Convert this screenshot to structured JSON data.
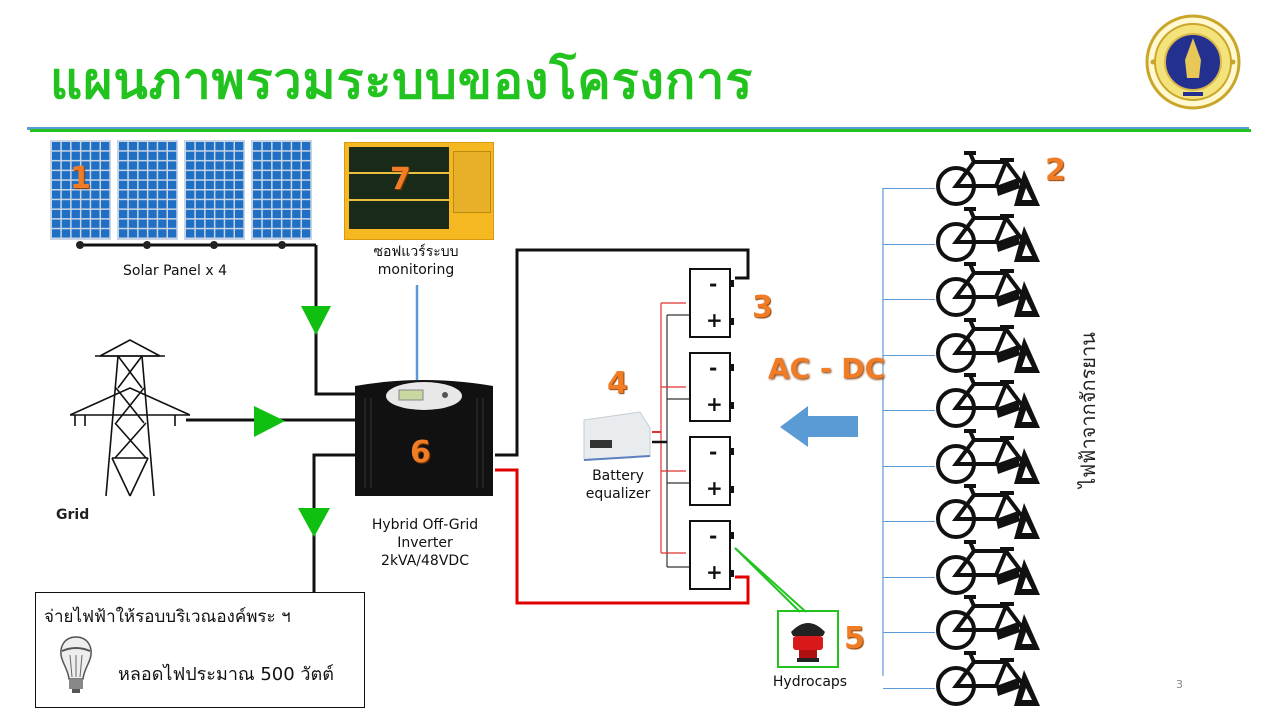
{
  "slide": {
    "title": "แผนภาพรวมระบบของโครงการ",
    "page_number": "3",
    "logo_name": "university-seal-logo"
  },
  "colors": {
    "title_green": "#22c31f",
    "rule_blue": "#5b9bd5",
    "arrow_green": "#10c010",
    "number_orange": "#f07d25",
    "positive_wire_red": "#e00000",
    "monitor_wire_blue": "#5b9bd5"
  },
  "components": {
    "solar": {
      "number": "1",
      "label": "Solar Panel x 4",
      "count": 4
    },
    "bicycles": {
      "number": "2",
      "count": 10,
      "vertical_label": "ไฟฟ้าจากจักรยาน"
    },
    "batteries": {
      "number": "3",
      "count": 4,
      "minus": "-",
      "plus": "+"
    },
    "equalizer": {
      "number": "4",
      "label_line1": "Battery",
      "label_line2": "equalizer"
    },
    "hydrocaps": {
      "number": "5",
      "label": "Hydrocaps"
    },
    "inverter": {
      "number": "6",
      "label_line1": "Hybrid Off-Grid",
      "label_line2": "Inverter",
      "label_line3": "2kVA/48VDC"
    },
    "monitoring": {
      "number": "7",
      "label_line1": "ซอฟแวร์ระบบ",
      "label_line2": "monitoring"
    },
    "grid": {
      "label": "Grid"
    },
    "acdc": {
      "label": "AC - DC"
    }
  },
  "output_box": {
    "title": "จ่ายไฟฟ้าให้รอบบริเวณองค์พระ ฯ",
    "lamp_text": "หลอดไฟประมาณ 500 วัตต์"
  }
}
